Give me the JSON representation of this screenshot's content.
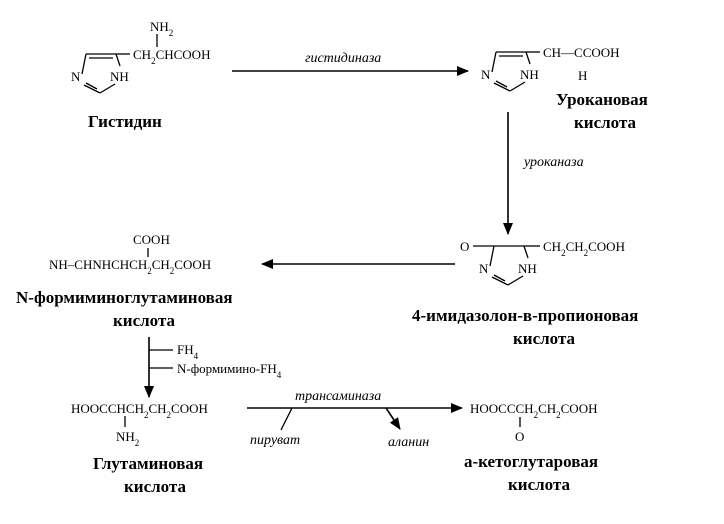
{
  "histidine": {
    "nh2": "NH2",
    "chain": "CH2CHCOOH",
    "n": "N",
    "nh": "NH",
    "name": "Гистидин"
  },
  "urocanic": {
    "chain": "CH—CCOOH",
    "h": "H",
    "n": "N",
    "nh": "NH",
    "name_line1": "Урокановая",
    "name_line2": "кислота"
  },
  "imidazolone": {
    "o": "O",
    "chain": "CH2CH2COOH",
    "n": "N",
    "nh": "NH",
    "name_line1": "4-имидазолон-в-пропионовая",
    "name_line2": "кислота"
  },
  "formimino": {
    "cooh": "COOH",
    "chain": "NH–CHNHCHCH2CH2COOH",
    "name_line1": "N-формиминоглутаминовая",
    "name_line2": "кислота"
  },
  "glutamic": {
    "chain": "HOOCCHCH2CH2COOH",
    "nh2": "NH2",
    "name_line1": "Глутаминовая",
    "name_line2": "кислота"
  },
  "ketoglutaric": {
    "chain": "HOOCCCH2CH2COOH",
    "o": "O",
    "name_line1": "а-кетоглутаровая",
    "name_line2": "кислота"
  },
  "enzymes": {
    "histidase": "гистидиназа",
    "urocanase": "уроканаза",
    "transaminase": "трансаминаза"
  },
  "cofactors": {
    "fh4": "FH4",
    "n_formimino_fh4": "N-формимино-FH4",
    "pyruvate": "пируват",
    "alanine": "аланин"
  }
}
